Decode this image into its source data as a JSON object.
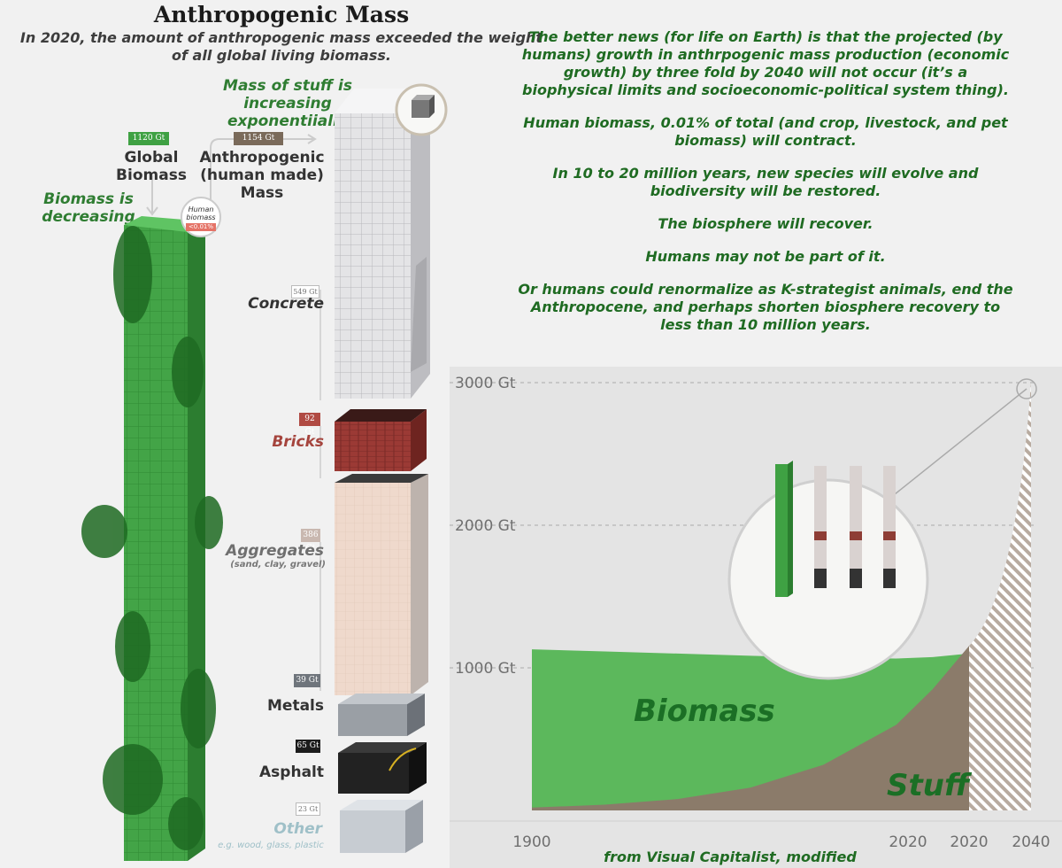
{
  "header": {
    "title": "Anthropogenic Mass",
    "subtitle": "In 2020, the amount of anthropogenic mass exceeded the weight of all global living biomass."
  },
  "notes": {
    "stuff_increasing": "Mass of stuff is increasing exponentiially",
    "biomass_decreasing": "Biomass is decreasing"
  },
  "biomass_tower": {
    "tag": "1120 Gt",
    "label": "Global Biomass"
  },
  "anthro_tower": {
    "tag": "1154 Gt",
    "label": "Anthropogenic (human made) Mass"
  },
  "human_bubble": {
    "label": "Human biomass",
    "value": "<0.01%"
  },
  "materials": [
    {
      "tag": "549 Gt",
      "name": "Concrete",
      "sub": ""
    },
    {
      "tag": "92 Gt",
      "name": "Bricks",
      "sub": ""
    },
    {
      "tag": "386 Gt",
      "name": "Aggregates",
      "sub": "(sand, clay, gravel)"
    },
    {
      "tag": "39 Gt",
      "name": "Metals",
      "sub": ""
    },
    {
      "tag": "65 Gt",
      "name": "Asphalt",
      "sub": ""
    },
    {
      "tag": "23 Gt",
      "name": "Other",
      "sub": "e.g. wood, glass, plastic"
    }
  ],
  "right_paragraphs": [
    "The better news (for life on Earth) is that the projected (by humans) growth in anthrpogenic mass production (economic growth) by three fold  by 2040 will not occur (it’s a biophysical limits and socioeconomic-political system thing).",
    "Human biomass, 0.01% of total (and crop, livestock, and pet biomass) will  contract.",
    "In 10 to 20 million years, new species will evolve and biodiversity will be restored.",
    "The biosphere will recover.",
    "Humans may not be part of it.",
    "Or humans could renormalize as K-strategist animals, end the Anthropocene, and perhaps shorten biosphere recovery to less than 10 million years."
  ],
  "chart_data": {
    "type": "area",
    "x_tick_labels": [
      "1900",
      "2020",
      "2020",
      "2040"
    ],
    "y_tick_labels": [
      "1000 Gt",
      "2000 Gt",
      "3000 Gt"
    ],
    "ylim": [
      0,
      3000
    ],
    "grid": "dashed horizontal at 1000, 2000, 3000",
    "series": [
      {
        "name": "Biomass",
        "color": "#5cb85c",
        "x": [
          1900,
          1920,
          1940,
          1960,
          1980,
          2000,
          2010,
          2020
        ],
        "values": [
          1130,
          1115,
          1100,
          1085,
          1070,
          1065,
          1075,
          1100
        ]
      },
      {
        "name": "Stuff",
        "color": "#8b7b6a",
        "x": [
          1900,
          1920,
          1940,
          1960,
          1980,
          2000,
          2010,
          2020
        ],
        "values": [
          20,
          40,
          80,
          160,
          320,
          600,
          850,
          1154
        ]
      },
      {
        "name": "",
        "projected": true,
        "color": "#b8aba0",
        "x": [
          2020,
          2040
        ],
        "values": [
          1154,
          3000
        ]
      }
    ]
  },
  "source": "from Visual Capitalist, modified"
}
